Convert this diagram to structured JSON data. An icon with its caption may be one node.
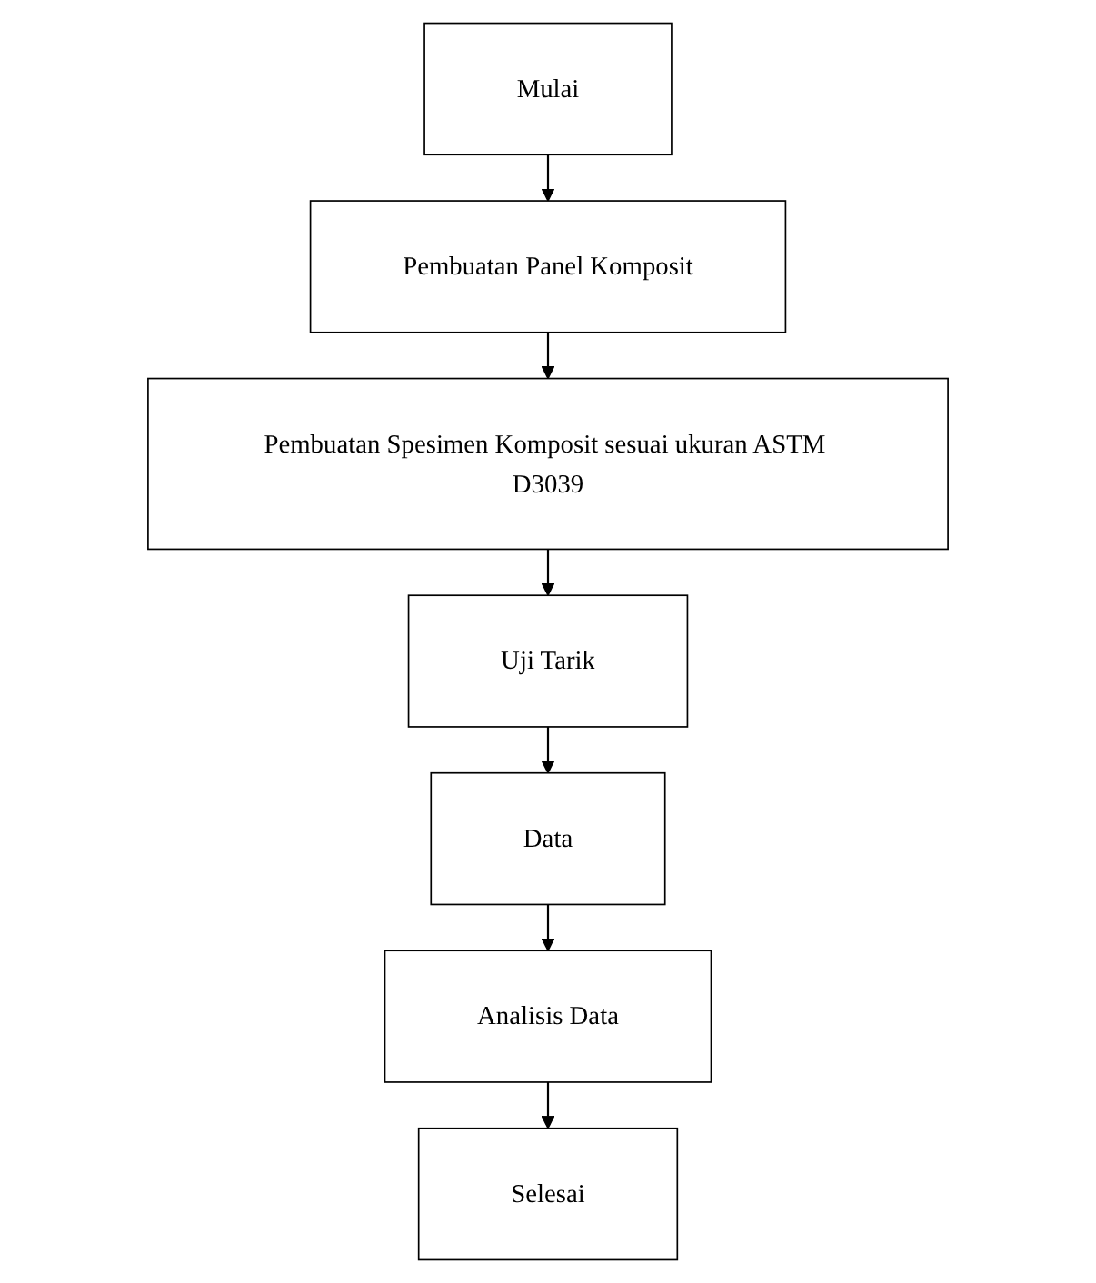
{
  "diagram": {
    "nodes": [
      {
        "text": [
          "Mulai"
        ]
      },
      {
        "text": [
          "Pembuatan Panel Komposit"
        ]
      },
      {
        "text": [
          "Pembuatan Spesimen Komposit sesuai ukuran ASTM D3039"
        ]
      },
      {
        "text": [
          "Uji Tarik"
        ]
      },
      {
        "text": [
          "Data"
        ]
      },
      {
        "text": [
          "Analisis Data"
        ]
      },
      {
        "text": [
          "Selesai"
        ]
      }
    ],
    "edges": [
      {
        "from": 0,
        "to": 1,
        "arrow": "to"
      },
      {
        "from": 1,
        "to": 2,
        "arrow": "to"
      },
      {
        "from": 2,
        "to": 3,
        "arrow": "to"
      },
      {
        "from": 3,
        "to": 4,
        "arrow": "to"
      },
      {
        "from": 4,
        "to": 5,
        "arrow": "to"
      },
      {
        "from": 5,
        "to": 6,
        "arrow": "to"
      }
    ]
  }
}
